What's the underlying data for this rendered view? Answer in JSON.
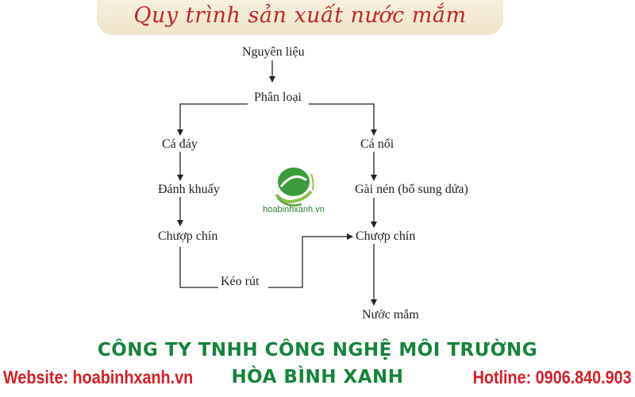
{
  "banner": {
    "title": "Quy trình sản xuất nước mắm"
  },
  "diagram": {
    "nodes": {
      "raw": "Nguyên liệu",
      "sort": "Phân loại",
      "bottom_fish": "Cá đáy",
      "stir": "Đánh khuấy",
      "ripen_left": "Chượp chín",
      "extract": "Kéo rút",
      "surface_fish": "Cá nổi",
      "press": "Gài nén (bổ sung dứa)",
      "ripen_right": "Chượp chín",
      "fish_sauce": "Nước mắm"
    },
    "logo_text": "hoabinhxanh.vn",
    "logo_icon": "leaf-hand-logo-icon",
    "colors": {
      "logo_green": "#2e7d32",
      "line": "#222222"
    }
  },
  "footer": {
    "company_line1": "CÔNG TY TNHH CÔNG NGHỆ MÔI TRƯỜNG",
    "company_line2": "HÒA BÌNH XANH",
    "website": "Website: hoabinhxanh.vn",
    "hotline": "Hotline: 0906.840.903",
    "colors": {
      "company": "#16833c",
      "contact": "#d32027"
    }
  }
}
